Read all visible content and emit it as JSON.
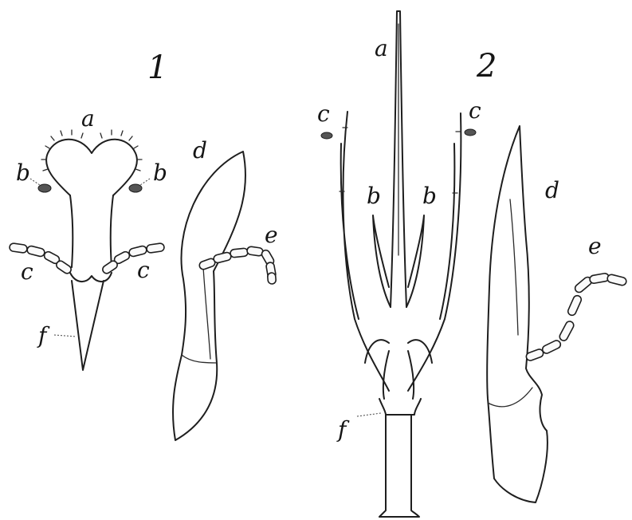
{
  "figures": [
    {
      "number": "1",
      "labels": {
        "a": "a",
        "b_left": "b",
        "b_right": "b",
        "c_left": "c",
        "c_right": "c",
        "d": "d",
        "e": "e",
        "f": "f"
      }
    },
    {
      "number": "2",
      "labels": {
        "a": "a",
        "b_left": "b",
        "b_right": "b",
        "c_left": "c",
        "c_right": "c",
        "d": "d",
        "e": "e",
        "f": "f"
      }
    }
  ],
  "colors": {
    "ink": "#1e1e1e",
    "paper": "#ffffff"
  }
}
